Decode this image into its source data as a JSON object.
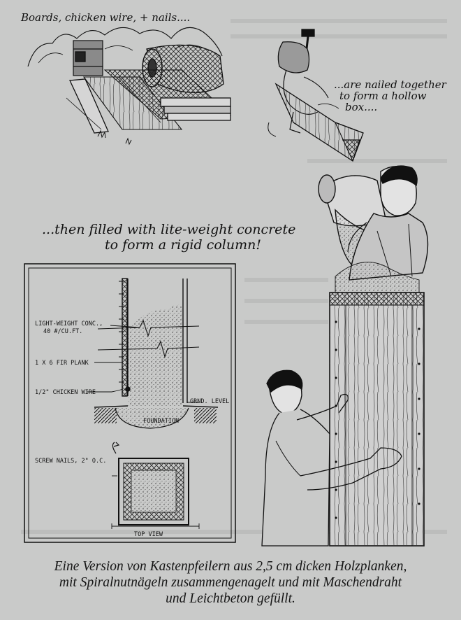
{
  "notes": {
    "boards": "Boards, chicken wire, + nails....",
    "nailed_line1": "...are nailed together",
    "nailed_line2": "to form a hollow",
    "nailed_line3": "box....",
    "filled_line1": "...then filled with lite-weight concrete",
    "filled_line2": "to form a rigid column!"
  },
  "diagram": {
    "labels": {
      "concrete_line1": "LIGHT-WEIGHT CONC.,",
      "concrete_line2": "40 #/CU.FT.",
      "plank": "1 X 6 FIR PLANK",
      "wire": "1/2\" CHICKEN WIRE",
      "ground": "GRND. LEVEL",
      "foundation": "FOUNDATION",
      "nails": "SCREW NAILS, 2\" O.C.",
      "top_view": "TOP VIEW"
    }
  },
  "caption": {
    "line1": "Eine Version von Kastenpfeilern aus 2,5 cm dicken Holzplanken,",
    "line2": "mit Spiralnutnägeln zusammengenagelt und mit Maschendraht",
    "line3": "und Leichtbeton gefüllt."
  }
}
